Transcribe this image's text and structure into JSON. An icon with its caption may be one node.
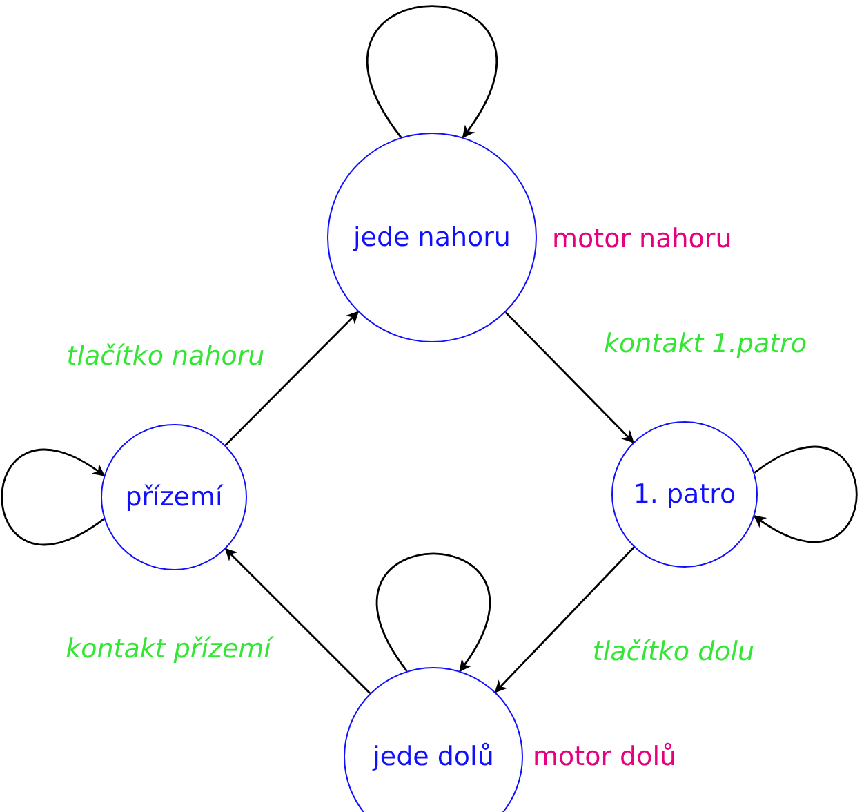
{
  "diagram": {
    "nodes": [
      {
        "text": [
          "jede nahoru"
        ],
        "beside": [
          "motor nahoru"
        ]
      },
      {
        "text": [
          "přízemí"
        ]
      },
      {
        "text": [
          "1. patro"
        ]
      },
      {
        "text": [
          "jede dolů"
        ],
        "beside": [
          "motor dolů"
        ]
      }
    ],
    "edges": [
      {
        "from": 0,
        "to": 0,
        "arrow": "to"
      },
      {
        "from": 1,
        "to": 1,
        "arrow": "to"
      },
      {
        "from": 2,
        "to": 2,
        "arrow": "to"
      },
      {
        "from": 3,
        "to": 3,
        "arrow": "to"
      },
      {
        "from": 1,
        "to": 0,
        "arrow": "to",
        "label": "tlačítko nahoru"
      },
      {
        "from": 0,
        "to": 2,
        "arrow": "to",
        "label": "kontakt 1.patro"
      },
      {
        "from": 2,
        "to": 3,
        "arrow": "to",
        "label": "tlačítko dolu"
      },
      {
        "from": 3,
        "to": 1,
        "arrow": "to",
        "label": "kontakt přízemí"
      }
    ]
  }
}
